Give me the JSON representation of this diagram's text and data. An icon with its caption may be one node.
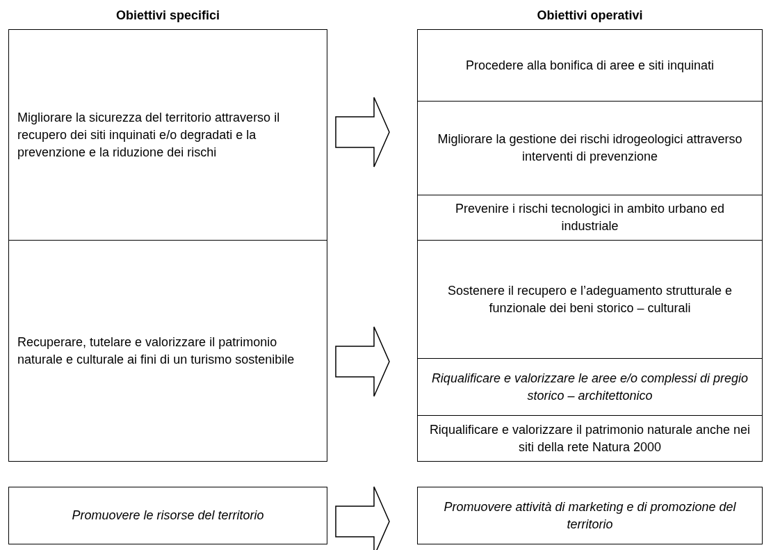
{
  "diagram": {
    "nodes": [
      {
        "text": [
          "Migliorare la sicurezza del territorio attraverso il recupero dei siti inquinati e/o degradati  e la prevenzione e la riduzione dei rischi"
        ]
      },
      {
        "text": [
          "Procedere alla bonifica di aree e siti inquinati"
        ]
      },
      {
        "text": [
          "Migliorare la gestione dei rischi idrogeologici attraverso interventi di prevenzione"
        ]
      },
      {
        "text": [
          "Prevenire i rischi tecnologici in ambito urbano ed industriale"
        ]
      },
      {
        "text": [
          "Recuperare, tutelare e valorizzare il patrimonio naturale e culturale ai fini di un turismo sostenibile"
        ]
      },
      {
        "text": [
          "Sostenere il recupero e l’adeguamento strutturale e funzionale dei beni storico – culturali"
        ]
      },
      {
        "text": [
          "Riqualificare e valorizzare le aree e/o complessi di pregio storico – architettonico"
        ]
      },
      {
        "text": [
          "Riqualificare e valorizzare il patrimonio naturale anche nei siti della rete Natura 2000"
        ]
      },
      {
        "text": [
          "Promuovere le risorse del territorio"
        ]
      },
      {
        "text": [
          "Promuovere attività di marketing e di promozione del territorio"
        ]
      }
    ],
    "edges": [
      {
        "from": 0,
        "to": 2,
        "arrow": "to"
      },
      {
        "from": 4,
        "to": 6,
        "arrow": "to"
      },
      {
        "from": 8,
        "to": 9,
        "arrow": "to"
      }
    ],
    "labels": [
      "Obiettivi specifici",
      "Obiettivi operativi"
    ]
  }
}
